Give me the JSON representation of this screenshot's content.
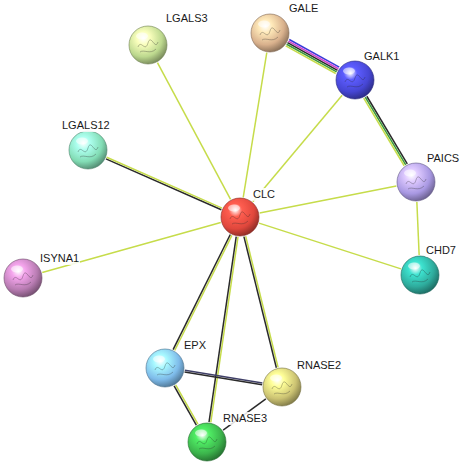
{
  "diagram": {
    "nodes": [
      {
        "text": [
          "GALE"
        ]
      },
      {
        "text": [
          "LGALS3"
        ]
      },
      {
        "text": [
          "GALK1"
        ]
      },
      {
        "text": [
          "LGALS12"
        ]
      },
      {
        "text": [
          "PAICS"
        ]
      },
      {
        "text": [
          "CLC"
        ]
      },
      {
        "text": [
          "CHD7"
        ]
      },
      {
        "text": [
          "ISYNA1"
        ]
      },
      {
        "text": [
          "EPX"
        ]
      },
      {
        "text": [
          "RNASE2"
        ]
      },
      {
        "text": [
          "RNASE3"
        ]
      }
    ],
    "edges": [
      {
        "from": 5,
        "to": 1,
        "arrow": "none"
      },
      {
        "from": 5,
        "to": 3,
        "arrow": "none"
      },
      {
        "from": 5,
        "to": 0,
        "arrow": "none"
      },
      {
        "from": 5,
        "to": 2,
        "arrow": "none"
      },
      {
        "from": 5,
        "to": 4,
        "arrow": "none"
      },
      {
        "from": 5,
        "to": 6,
        "arrow": "none"
      },
      {
        "from": 5,
        "to": 7,
        "arrow": "none"
      },
      {
        "from": 5,
        "to": 8,
        "arrow": "none"
      },
      {
        "from": 5,
        "to": 9,
        "arrow": "none"
      },
      {
        "from": 5,
        "to": 10,
        "arrow": "none"
      },
      {
        "from": 0,
        "to": 2,
        "arrow": "none"
      },
      {
        "from": 2,
        "to": 4,
        "arrow": "none"
      },
      {
        "from": 4,
        "to": 6,
        "arrow": "none"
      },
      {
        "from": 8,
        "to": 9,
        "arrow": "none"
      },
      {
        "from": 8,
        "to": 10,
        "arrow": "none"
      },
      {
        "from": 9,
        "to": 10,
        "arrow": "none"
      }
    ]
  }
}
